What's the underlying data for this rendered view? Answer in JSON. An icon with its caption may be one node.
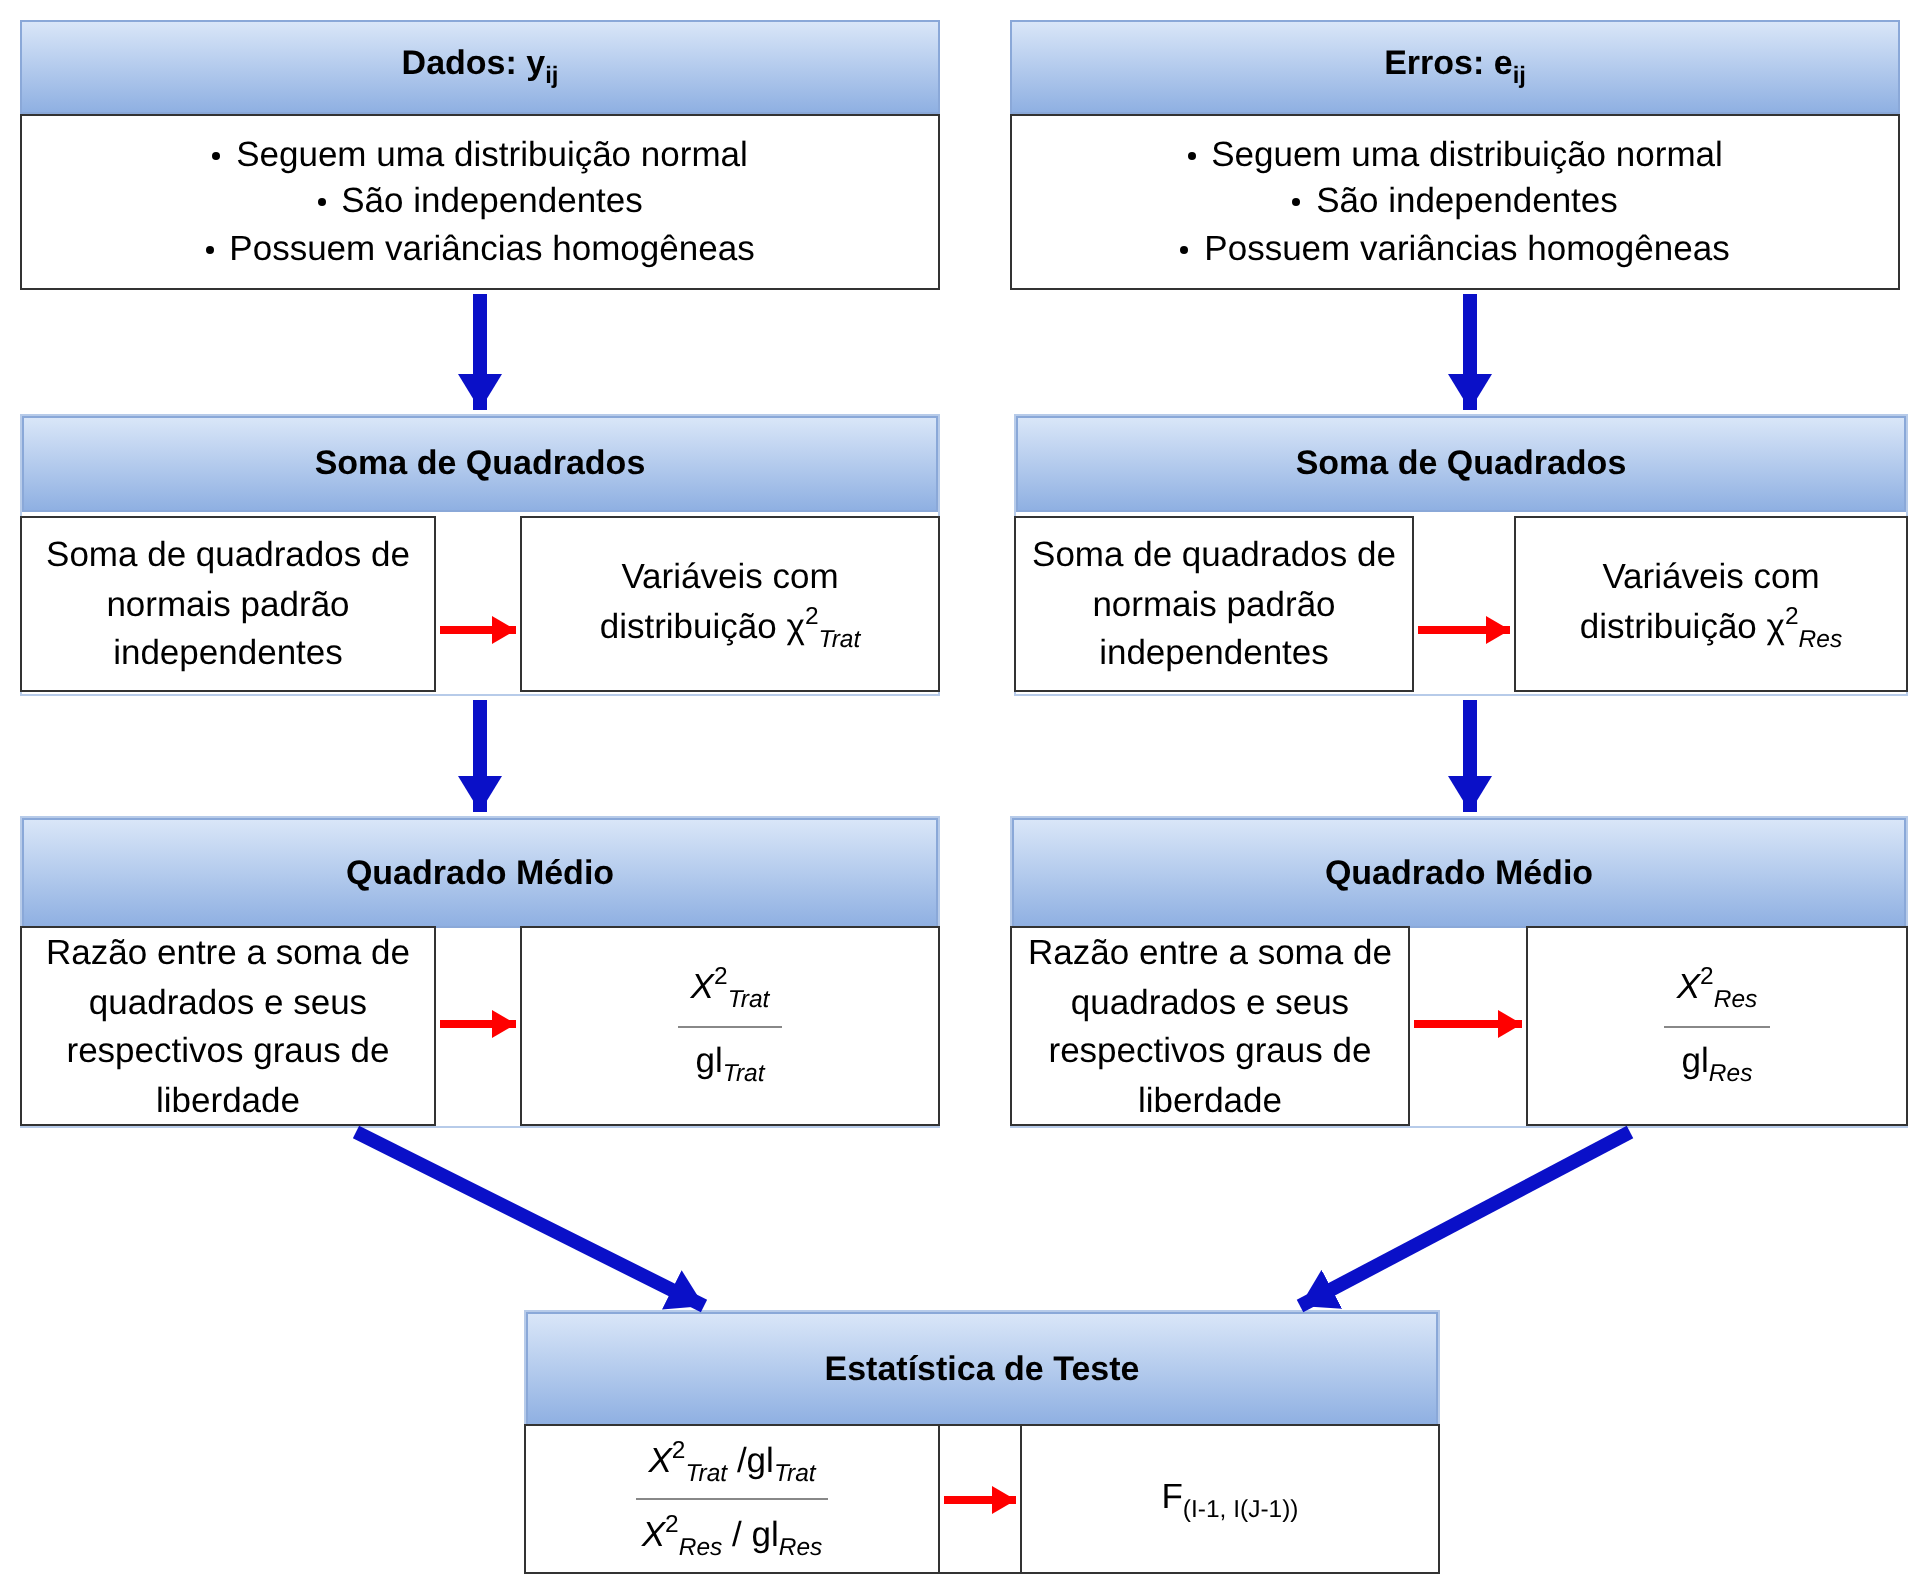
{
  "diagram": {
    "nodes": [
      {
        "text": [
          "Dados: y$_{ij}$",
          "Seguem uma distribuição normal",
          "São independentes",
          "Possuem variâncias homogêneas"
        ]
      },
      {
        "text": [
          "Erros: e$_{ij}$",
          "Seguem uma distribuição normal",
          "São independentes",
          "Possuem variâncias homogêneas"
        ]
      },
      {
        "text": [
          "Soma de Quadrados"
        ]
      },
      {
        "text": [
          "Soma de quadrados de normais padrão independentes"
        ],
        "in": 2
      },
      {
        "text": [
          "Variáveis com distribuição χ$^{2}$$_{Trat}$"
        ],
        "in": 2
      },
      {
        "text": [
          "Soma de Quadrados"
        ]
      },
      {
        "text": [
          "Soma de quadrados de normais padrão independentes"
        ],
        "in": 5
      },
      {
        "text": [
          "Variáveis com distribuição χ$^{2}$$_{Res}$"
        ],
        "in": 5
      },
      {
        "text": [
          "Quadrado Médio"
        ]
      },
      {
        "text": [
          "Razão entre  a soma de quadrados e seus respectivos graus de liberdade"
        ],
        "in": 8
      },
      {
        "text": [
          "*X*$^{2}$$_{Trat}$",
          "gl$_{Trat}$"
        ],
        "in": 8
      },
      {
        "text": [
          "Quadrado Médio"
        ]
      },
      {
        "text": [
          "Razão entre  a soma de quadrados e seus respectivos graus de liberdade"
        ],
        "in": 11
      },
      {
        "text": [
          "*X*$^{2}$$_{Res}$",
          "gl$_{Res}$"
        ],
        "in": 11
      },
      {
        "text": [
          "Estatística de Teste"
        ]
      },
      {
        "text": [
          "*X*$^{2}$$_{Trat}$ /gl$_{Trat}$",
          "*X*$^{2}$$_{Res}$ / gl$_{Res}$"
        ],
        "in": 14
      },
      {
        "text": [
          "F$_{(I-1, I(J-1))}$"
        ],
        "in": 14
      }
    ],
    "edges": [
      {
        "from": 0,
        "to": 2,
        "arrow": "to",
        "color": "#0a10c8"
      },
      {
        "from": 1,
        "to": 5,
        "arrow": "to",
        "color": "#0a10c8"
      },
      {
        "from": 3,
        "to": 4,
        "arrow": "to",
        "color": "#ff0000"
      },
      {
        "from": 6,
        "to": 7,
        "arrow": "to",
        "color": "#ff0000"
      },
      {
        "from": 2,
        "to": 8,
        "arrow": "to",
        "color": "#0a10c8"
      },
      {
        "from": 5,
        "to": 11,
        "arrow": "to",
        "color": "#0a10c8"
      },
      {
        "from": 9,
        "to": 10,
        "arrow": "to",
        "color": "#ff0000"
      },
      {
        "from": 12,
        "to": 13,
        "arrow": "to",
        "color": "#ff0000"
      },
      {
        "from": 8,
        "to": 14,
        "arrow": "to",
        "color": "#0a10c8"
      },
      {
        "from": 11,
        "to": 14,
        "arrow": "to",
        "color": "#0a10c8"
      },
      {
        "from": 15,
        "to": 16,
        "arrow": "to",
        "color": "#ff0000"
      }
    ]
  }
}
